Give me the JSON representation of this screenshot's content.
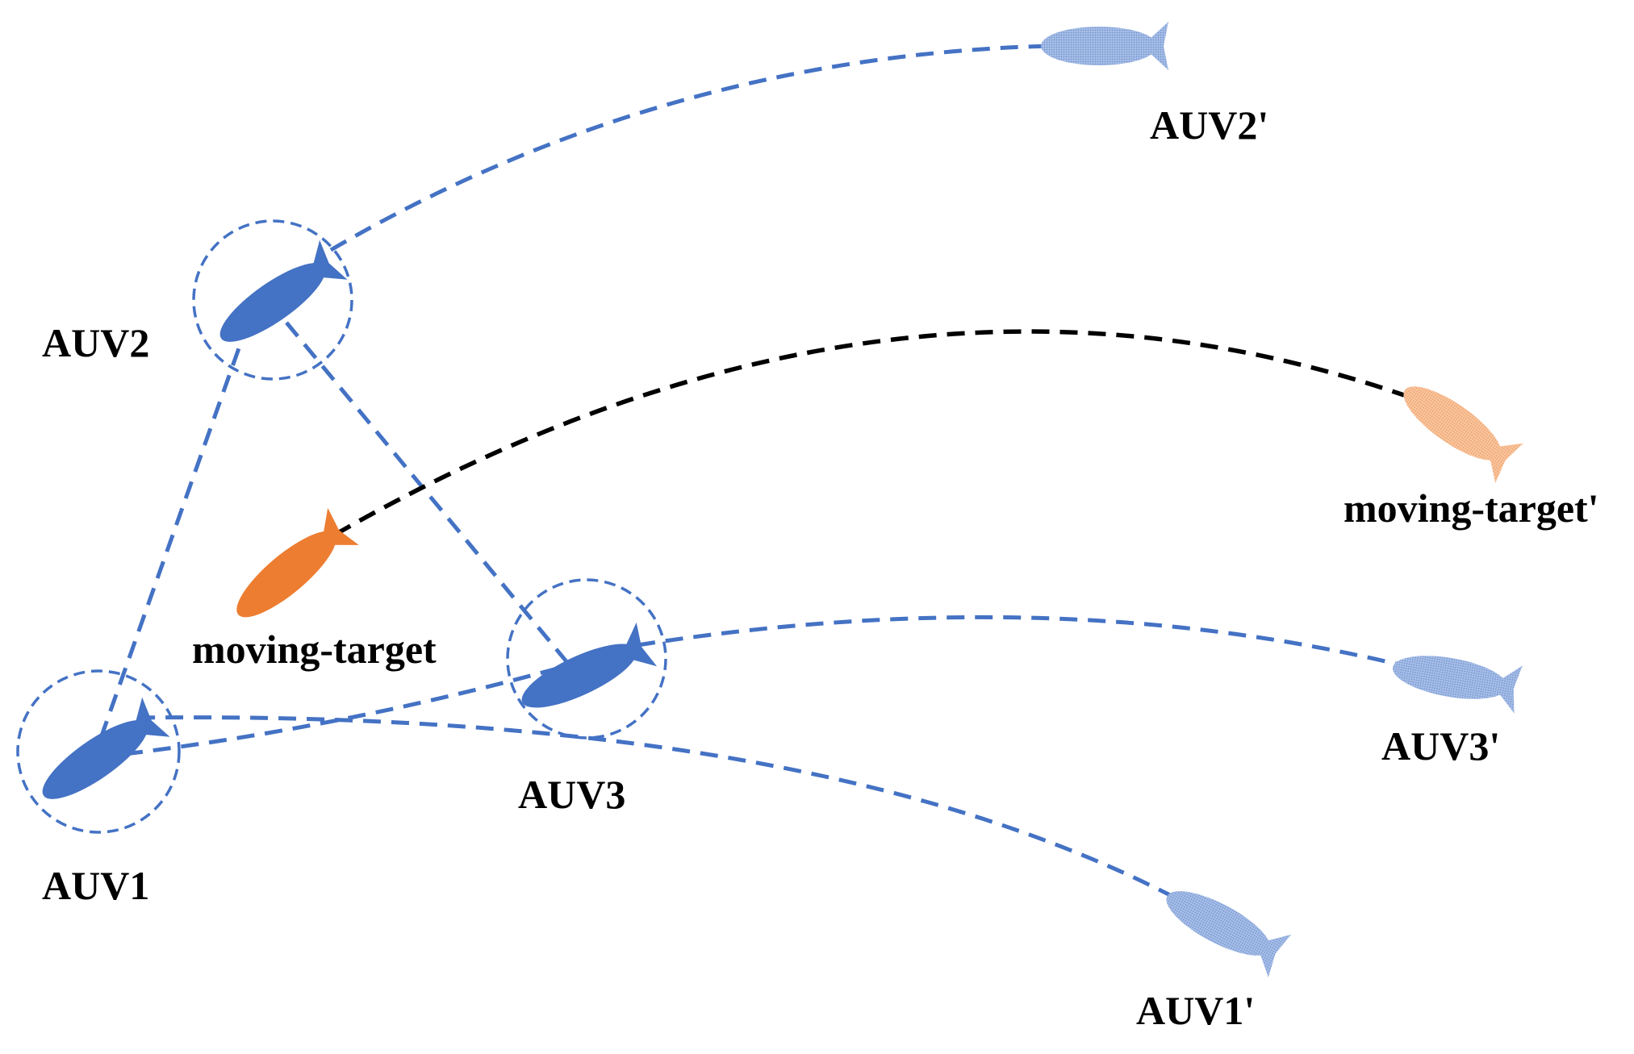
{
  "labels": {
    "auv1": "AUV1",
    "auv2": "AUV2",
    "auv3": "AUV3",
    "target": "moving-target",
    "auv1_future": "AUV1'",
    "auv2_future": "AUV2'",
    "auv3_future": "AUV3'",
    "target_future": "moving-target'"
  },
  "colors": {
    "auv": "#4472c4",
    "auv_future": "#8eaadb",
    "target": "#ed7d31",
    "target_future": "#f4b183",
    "target_trajectory": "#000000"
  },
  "icons": {
    "auv": "torpedo-icon",
    "target": "torpedo-icon"
  }
}
